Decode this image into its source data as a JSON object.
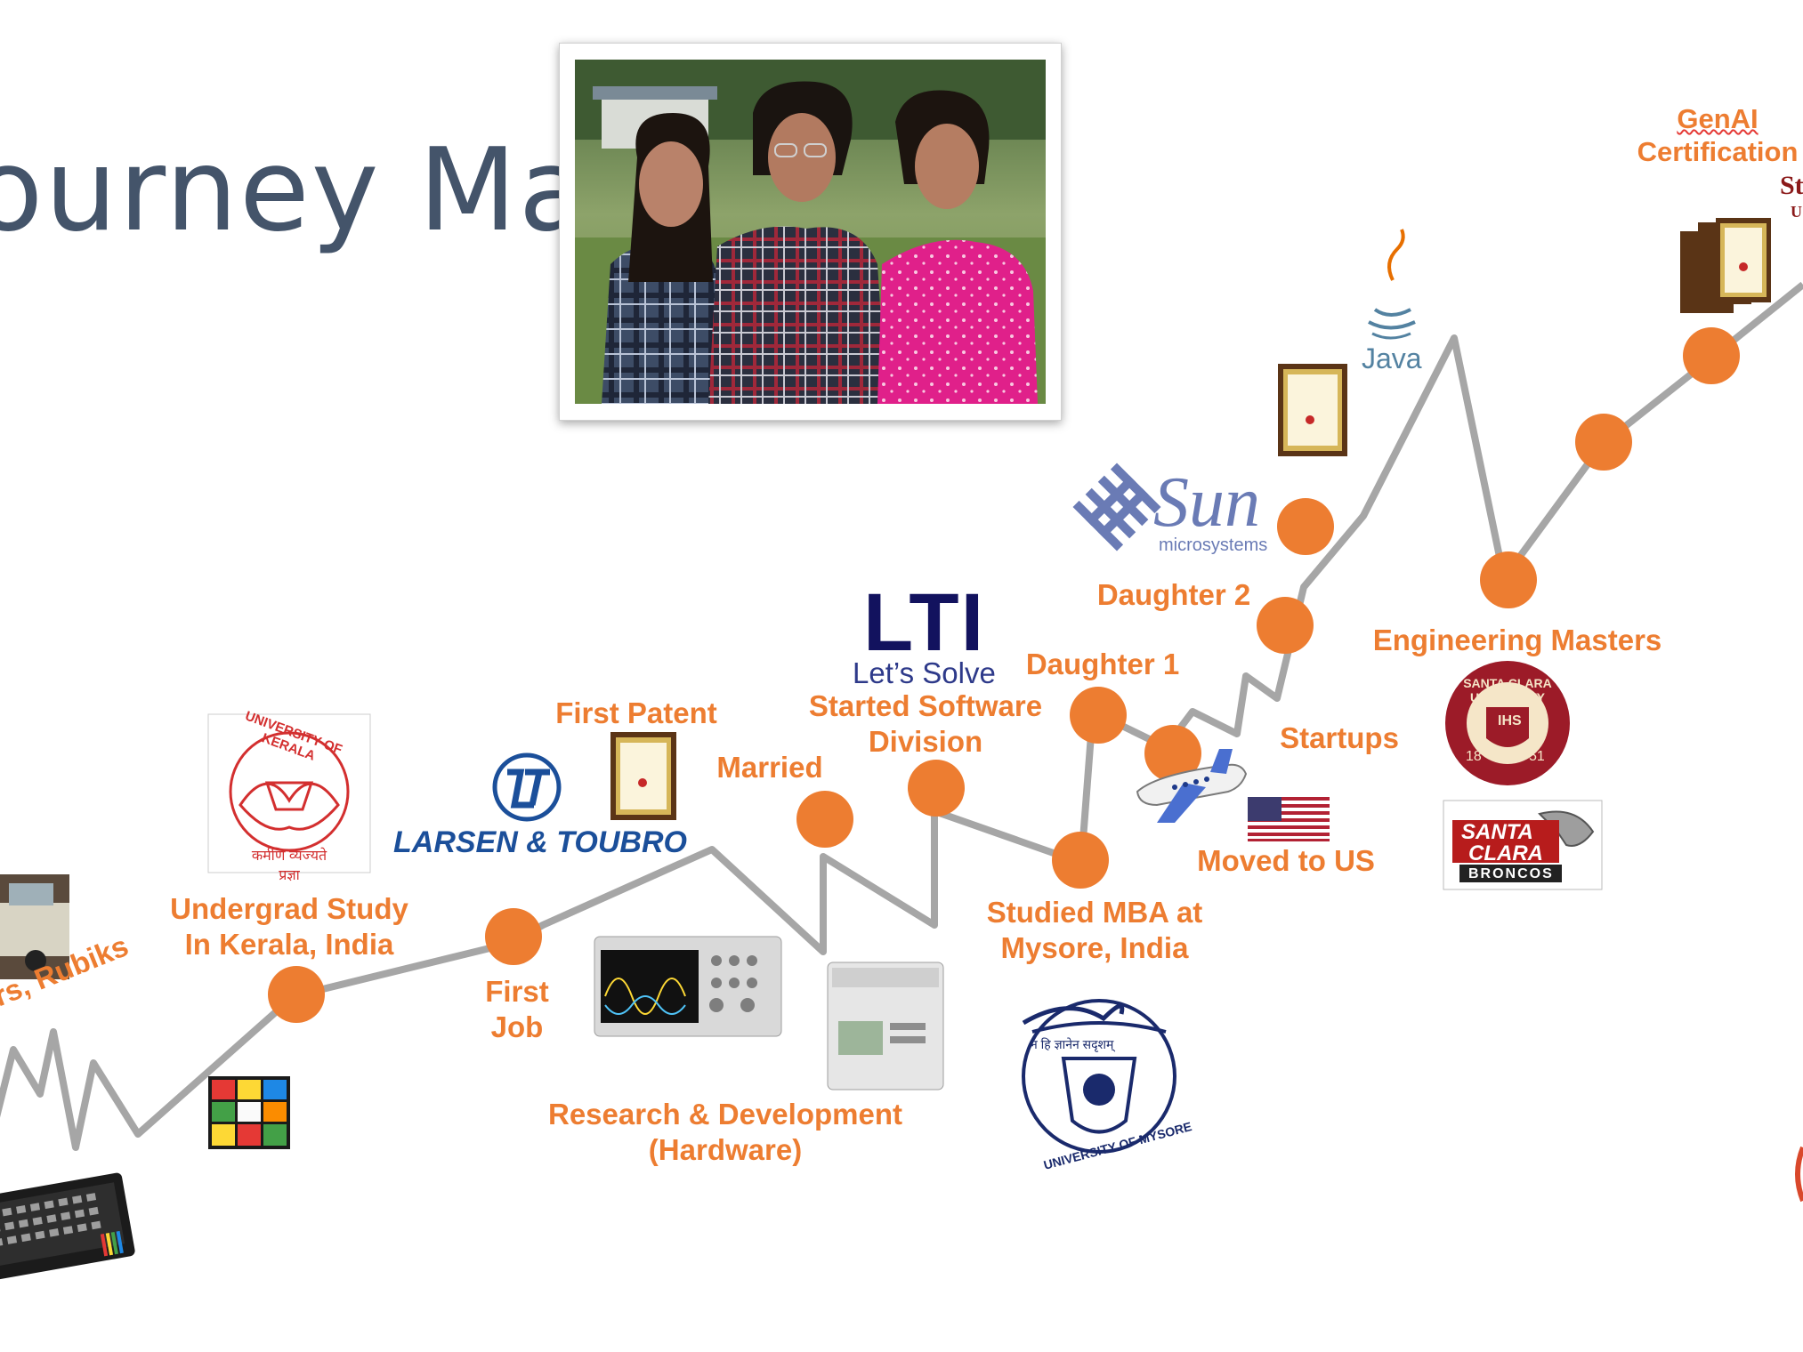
{
  "title": "ourney Map",
  "colors": {
    "accent": "#ed7d31",
    "path": "#a6a6a6",
    "title": "#44546a"
  },
  "milestones": [
    {
      "id": "hobbies",
      "label": "ers, Rubiks"
    },
    {
      "id": "undergrad",
      "label": "Undergrad Study",
      "label2": "In Kerala, India"
    },
    {
      "id": "first-job",
      "label": "First",
      "label2": "Job"
    },
    {
      "id": "rnd",
      "label": "Research & Development",
      "label2": "(Hardware)"
    },
    {
      "id": "first-patent",
      "label": "First Patent"
    },
    {
      "id": "married",
      "label": "Married"
    },
    {
      "id": "software-division",
      "label": "Started Software",
      "label2": "Division"
    },
    {
      "id": "mba",
      "label": "Studied MBA at",
      "label2": "Mysore, India"
    },
    {
      "id": "daughter1",
      "label": "Daughter 1"
    },
    {
      "id": "daughter2",
      "label": "Daughter 2"
    },
    {
      "id": "moved-us",
      "label": "Moved to US"
    },
    {
      "id": "startups",
      "label": "Startups"
    },
    {
      "id": "masters",
      "label": "Engineering Masters"
    },
    {
      "id": "genai",
      "label": "GenAI",
      "label2": "Certification"
    }
  ],
  "logos": {
    "kerala_text": "UNIVERSITY OF KERALA",
    "kerala_motto": "कर्मणि व्यज्यते प्रज्ञा",
    "lt_name": "LARSEN & TOUBRO",
    "lti_word": "LTI",
    "lti_tag": "Let’s Solve",
    "sun_word": "Sun",
    "sun_sub": "microsystems",
    "java_word": "Java",
    "mysore_text": "UNIVERSITY OF MYSORE",
    "mysore_motto": "न हि ज्ञानेन सदृशम्",
    "scu_text": "SANTA CLARA UNIVERSITY",
    "scu_year_left": "18",
    "scu_year_right": "51",
    "scu_ihs": "IHS",
    "broncos_word1": "SANTA",
    "broncos_word2": "CLARA",
    "broncos_word3": "BRONCOS",
    "fragment_top": "St",
    "fragment_bottom": "U"
  }
}
